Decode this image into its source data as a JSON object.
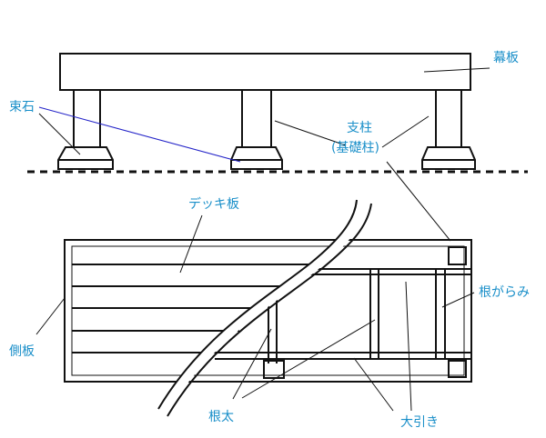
{
  "labels": {
    "makuita": "幕板",
    "tsukaishi": "束石",
    "shichu": "支柱",
    "shichu_sub": "(基礎柱)",
    "deck_ita": "デッキ板",
    "negarami": "根がらみ",
    "sokuita": "側板",
    "neda": "根太",
    "obiki": "大引き"
  },
  "colors": {
    "label": "#1a8fc9",
    "line": "#111111",
    "leader_blue": "#2323c8"
  }
}
